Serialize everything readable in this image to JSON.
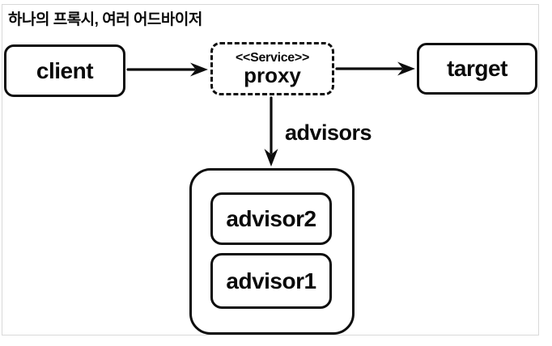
{
  "title": "하나의 프록시, 여러 어드바이저",
  "colors": {
    "stroke": "#0d0d0d",
    "frame_border": "#d9d9d9",
    "background": "#ffffff",
    "text": "#0a0a0a"
  },
  "nodes": {
    "client": {
      "label": "client"
    },
    "proxy": {
      "stereotype": "<<Service>>",
      "label": "proxy"
    },
    "target": {
      "label": "target"
    },
    "advisor2": {
      "label": "advisor2"
    },
    "advisor1": {
      "label": "advisor1"
    }
  },
  "edges": {
    "client_to_proxy": {
      "from": "client",
      "to": "proxy"
    },
    "proxy_to_target": {
      "from": "proxy",
      "to": "target"
    },
    "proxy_to_advisors": {
      "from": "proxy",
      "to": "advisors-group",
      "label": "advisors"
    }
  }
}
